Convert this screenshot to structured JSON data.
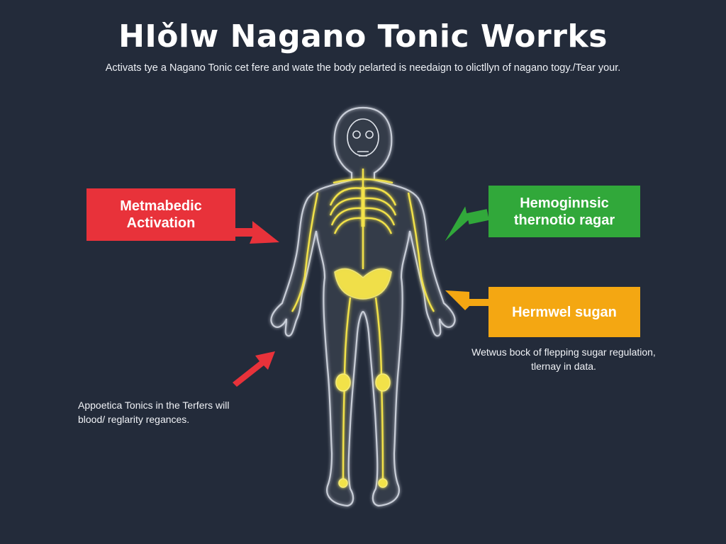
{
  "title": "HIǒlw Nagano Tonic Worrks",
  "subtitle": "Activats tye a Nagano Tonic cet fere and wate the body pelarted is needaign to olictllyn of nagano togy./Tear your.",
  "callouts": {
    "red": {
      "text": "Metmabedic Activation",
      "color": "#e8323a"
    },
    "green": {
      "text": "Hemoginnsic thernotio ragar",
      "color": "#31a83a"
    },
    "yellow": {
      "text": "Hermwel sugan",
      "color": "#f4a712"
    }
  },
  "notes": {
    "right": "Wetwus bock of flepping sugar regulation, tlernay in data.",
    "left": "Appoetica Tonics in the Terfers will blood/ reglarity regances."
  },
  "colors": {
    "background": "#232b3a",
    "skeleton": "#f2e24a",
    "outline": "#c9ced8"
  },
  "icons": [
    "human-body-icon",
    "skeleton-icon",
    "arrow-icon"
  ]
}
